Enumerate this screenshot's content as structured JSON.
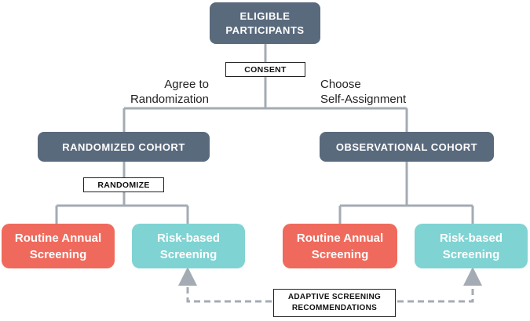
{
  "nodes": {
    "eligible": "ELIGIBLE\nPARTICIPANTS",
    "randomized": "RANDOMIZED COHORT",
    "observational": "OBSERVATIONAL COHORT",
    "rand_routine": "Routine Annual\nScreening",
    "rand_risk": "Risk-based\nScreening",
    "obs_routine": "Routine Annual\nScreening",
    "obs_risk": "Risk-based\nScreening"
  },
  "tags": {
    "consent": "CONSENT",
    "randomize": "RANDOMIZE",
    "adaptive": "ADAPTIVE SCREENING\nRECOMMENDATIONS"
  },
  "branches": {
    "left": "Agree to\nRandomization",
    "right": "Choose\nSelf-Assignment"
  },
  "colors": {
    "dark_box": "#5a6a7d",
    "routine_box": "#ef6a5c",
    "risk_box": "#7fd3d3",
    "connector": "#a4abb4"
  }
}
